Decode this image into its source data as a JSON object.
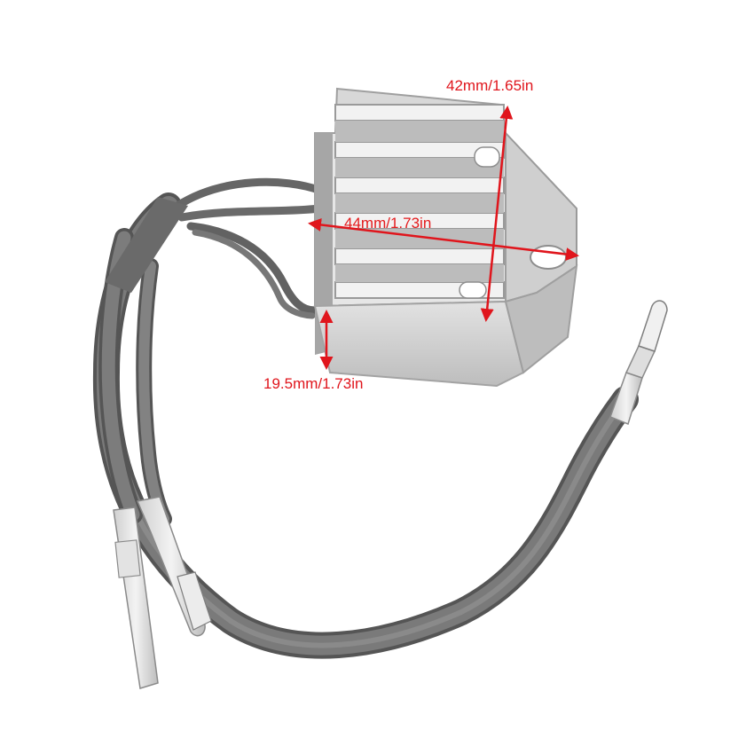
{
  "dimensions": {
    "height_label": "42mm/1.65in",
    "width_label": "44mm/1.73in",
    "depth_label": "19.5mm/1.73in"
  },
  "colors": {
    "arrow": "#e0151c",
    "background": "#ffffff",
    "wire": "#6e6e6e",
    "housing": "#c9c9c9"
  }
}
